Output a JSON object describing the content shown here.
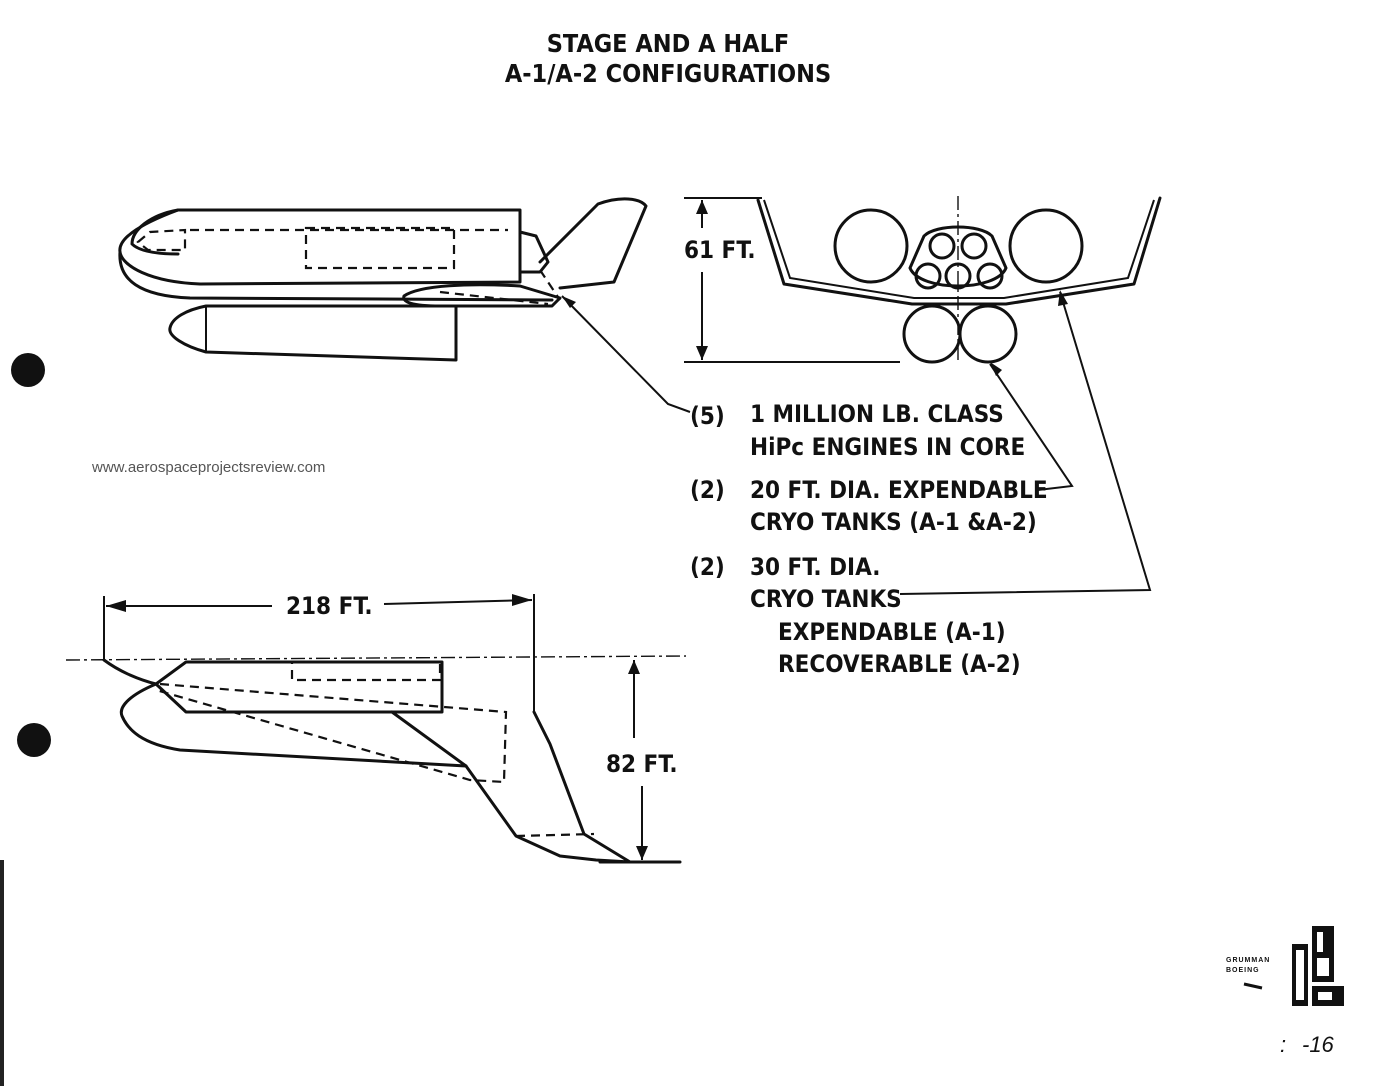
{
  "title": {
    "line1": "STAGE AND A HALF",
    "line2": "A-1/A-2 CONFIGURATIONS"
  },
  "watermark": "www.aerospaceprojectsreview.com",
  "dimensions": {
    "height_front": "61 FT.",
    "length": "218 FT.",
    "span": "82 FT."
  },
  "notes": [
    {
      "qty": "(5)",
      "lines": [
        "1 MILLION LB. CLASS",
        "HiPc ENGINES IN CORE"
      ]
    },
    {
      "qty": "(2)",
      "lines": [
        "20 FT. DIA. EXPENDABLE",
        "CRYO TANKS (A-1 &A-2)"
      ]
    },
    {
      "qty": "(2)",
      "lines": [
        "30 FT. DIA.",
        "CRYO TANKS",
        "EXPENDABLE (A-1)",
        "RECOVERABLE (A-2)"
      ]
    }
  ],
  "logo": {
    "line1": "GRUMMAN",
    "line2": "BOEING"
  },
  "page_number": "-16"
}
